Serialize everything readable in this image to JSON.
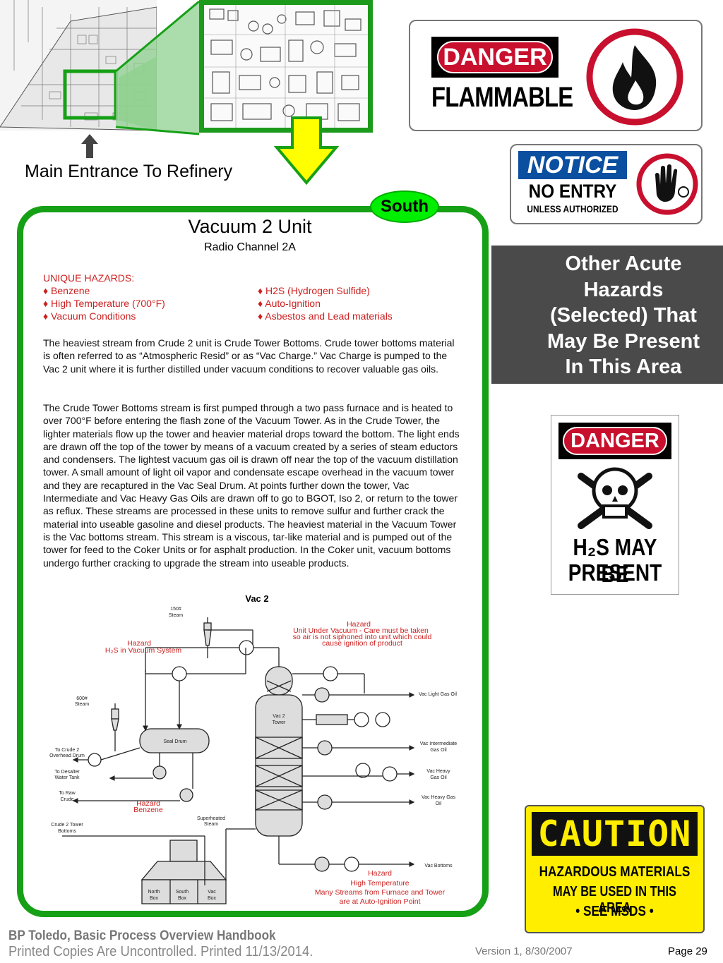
{
  "map": {
    "entrance_label": "Main Entrance To Refinery",
    "south_label": "South",
    "accent_green": "#16a016",
    "arrow_yellow": "#ffff00"
  },
  "unit": {
    "title": "Vacuum 2 Unit",
    "subtitle": "Radio Channel 2A",
    "hazards_heading": "UNIQUE HAZARDS:",
    "hazards_left": [
      "♦ Benzene",
      "♦ High Temperature (700°F)",
      "♦ Vacuum Conditions"
    ],
    "hazards_right": [
      "♦ H2S (Hydrogen Sulfide)",
      "♦ Auto-Ignition",
      "♦ Asbestos and Lead materials"
    ],
    "paragraph1": "The heaviest stream from Crude 2 unit is Crude Tower Bottoms. Crude tower bottoms material is often referred to as “Atmospheric Resid” or as “Vac Charge.” Vac Charge is pumped to the Vac 2 unit where it is further distilled under vacuum conditions to recover valuable gas oils.",
    "paragraph2": "The Crude Tower Bottoms stream is first pumped through a two pass furnace and is heated to over 700°F before entering the flash zone of the Vacuum Tower. As in the Crude Tower, the lighter materials flow up the tower and heavier material drops toward the bottom. The light ends are drawn off the top of the tower by means of a vacuum created by a series of steam eductors and condensers. The lightest vacuum gas oil is drawn off near the top of the vacuum distillation tower.  A small amount of light oil vapor and condensate escape overhead in the vacuum tower and they are recaptured in the Vac Seal Drum. At points further down the tower, Vac Intermediate and Vac Heavy Gas Oils are drawn off to go to BGOT, Iso 2, or return to the tower as reflux. These streams are processed in these units to remove sulfur and further crack the material into useable gasoline and diesel products.  The heaviest material in the Vacuum Tower is the Vac bottoms stream. This stream is a viscous, tar-like material and is pumped out of the tower for feed to the Coker Units or for asphalt production.  In the Coker unit, vacuum bottoms undergo further cracking to upgrade the stream into useable products.",
    "hazard_color": "#cc1f1f"
  },
  "diagram": {
    "title": "Vac 2",
    "labels": {
      "steam150": [
        "150#",
        "Steam"
      ],
      "steam600": [
        "600#",
        "Steam"
      ],
      "h2s_hazard": [
        "Hazard",
        "H₂S in Vacuum System"
      ],
      "vacuum_hazard": [
        "Hazard",
        "Unit Under Vacuum - Care must be taken",
        "so air is not siphoned into unit which could",
        "cause ignition of product"
      ],
      "seal_drum": "Seal Drum",
      "tower": [
        "Vac 2",
        "Tower"
      ],
      "to_crude2": [
        "To Crude 2",
        "Overhead Drum"
      ],
      "to_desalter": [
        "To Desalter",
        "Water Tank"
      ],
      "to_raw": [
        "To Raw",
        "Crude"
      ],
      "benzene_hazard": [
        "Hazard",
        "Benzene"
      ],
      "crude2_bottoms": [
        "Crude 2 Tower",
        "Bottoms"
      ],
      "superheated": [
        "Superheated",
        "Steam"
      ],
      "light_gas_oil": "Vac Light Gas Oil",
      "intermediate": [
        "Vac Intermediate",
        "Gas Oil"
      ],
      "heavy1": [
        "Vac Heavy",
        "Gas Oil"
      ],
      "heavy2": [
        "Vac Heavy Gas",
        "Oil"
      ],
      "bottoms": "Vac Bottoms",
      "temp_hazard": [
        "Hazard",
        "High Temperature",
        "Many Streams from Furnace and Tower",
        "are at Auto-Ignition Point"
      ],
      "north_box": [
        "North",
        "Box"
      ],
      "south_box": [
        "South",
        "Box"
      ],
      "vac_box": [
        "Vac",
        "Box"
      ]
    }
  },
  "signs": {
    "danger1": {
      "header": "DANGER",
      "body": "FLAMMABLE"
    },
    "notice": {
      "header": "NOTICE",
      "line1": "NO ENTRY",
      "line2": "UNLESS AUTHORIZED"
    },
    "danger2": {
      "header": "DANGER",
      "line1": "H₂S MAY BE",
      "line2": "PRESENT"
    },
    "caution": {
      "header": "CAUTION",
      "line1": "HAZARDOUS MATERIALS",
      "line2": "MAY BE USED IN THIS AREA",
      "line3": "• SEE MSDS •"
    },
    "danger_red": "#c8102e",
    "notice_blue": "#0a4fa0",
    "caution_yellow": "#ffee00"
  },
  "side_box": {
    "lines": [
      "Other Acute",
      "Hazards",
      "(Selected) That",
      "May Be Present",
      "In This Area"
    ]
  },
  "footer": {
    "title": "BP Toledo, Basic Process Overview Handbook",
    "printed": "Printed Copies Are Uncontrolled. Printed 11/13/2014.",
    "version": "Version 1, 8/30/2007",
    "page": "Page 29"
  }
}
